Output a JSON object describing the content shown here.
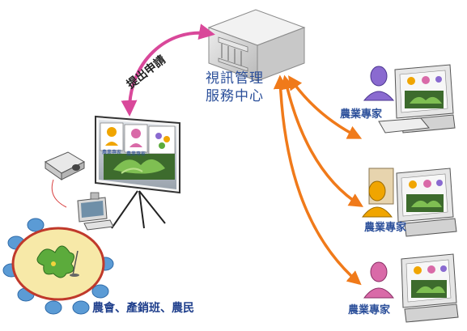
{
  "center": {
    "line1": "視訊管理",
    "line2": "服務中心"
  },
  "apply_label": "提出申請",
  "venue_label": "農會、產銷班、農民",
  "experts": [
    {
      "label": "農業專家",
      "avatar": "purple"
    },
    {
      "label": "農業專家",
      "avatar": "orange"
    },
    {
      "label": "農業專家",
      "avatar": "pink"
    }
  ],
  "screen_tiles": [
    "農業專家",
    "農業專家"
  ],
  "colors": {
    "apply_arrow": "#d9489a",
    "expert_arrow": "#f07a1a",
    "label_blue": "#2b4f9a",
    "table": "#f7e9a8",
    "chair": "#5b9bd5"
  },
  "icons": [
    "building-icon",
    "projector-icon",
    "projection-screen-icon",
    "meeting-table-icon",
    "computer-icon",
    "user-avatar-icon"
  ]
}
